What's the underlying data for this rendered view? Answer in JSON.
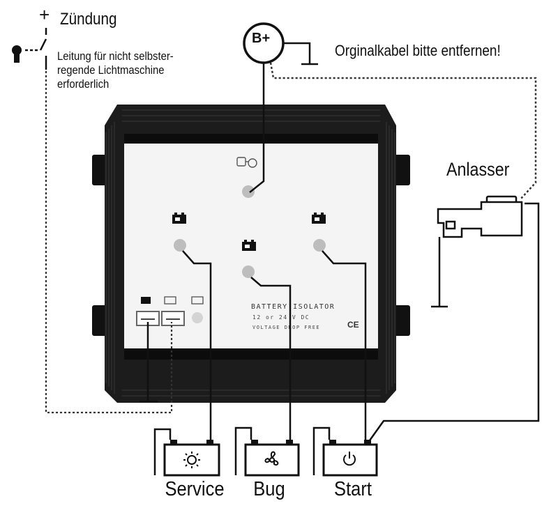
{
  "labels": {
    "plus": "+",
    "ignition": "Zündung",
    "hint_line1": "Leitung für nicht selbster-",
    "hint_line2": "regende Lichtmaschine",
    "hint_line3": "erforderlich",
    "bplus": "B+",
    "remove_cable": "Orginalkabel bitte entfernen!",
    "starter": "Anlasser"
  },
  "isolator": {
    "title": "BATTERY ISOLATOR",
    "voltage": "12 or 24 V DC",
    "subtitle": "VOLTAGE DROP FREE",
    "ce_mark": "CE"
  },
  "batteries": [
    {
      "label": "Service",
      "icon": "sun-icon"
    },
    {
      "label": "Bug",
      "icon": "fan-icon"
    },
    {
      "label": "Start",
      "icon": "engine-icon"
    }
  ],
  "colors": {
    "housing": "#151515",
    "panel": "#f4f4f4",
    "terminal": "#bdbdbd",
    "wire": "#111111"
  }
}
